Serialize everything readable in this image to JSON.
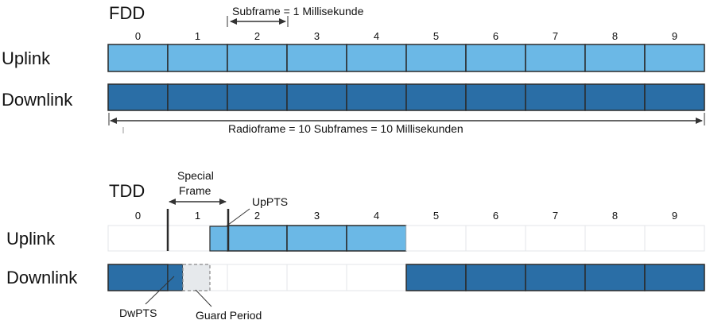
{
  "colors": {
    "uplink": "#6bb8e6",
    "downlink": "#2a6ea6",
    "empty": "#ffffff",
    "guard": "#e6e9ec",
    "border": "#2b2b2b",
    "faint_border": "#e3e6e8"
  },
  "fdd": {
    "title": "FDD",
    "subframe_label": "Subframe = 1 Millisekunde",
    "radioframe_label": "Radioframe = 10 Subframes = 10 Millisekunden",
    "uplink_label": "Uplink",
    "downlink_label": "Downlink",
    "indices": [
      "0",
      "1",
      "2",
      "3",
      "4",
      "5",
      "6",
      "7",
      "8",
      "9"
    ]
  },
  "tdd": {
    "title": "TDD",
    "special_label_1": "Special",
    "special_label_2": "Frame",
    "uppts_label": "UpPTS",
    "dwpts_label": "DwPTS",
    "guard_label": "Guard Period",
    "uplink_label": "Uplink",
    "downlink_label": "Downlink",
    "indices": [
      "0",
      "1",
      "2",
      "3",
      "4",
      "5",
      "6",
      "7",
      "8",
      "9"
    ],
    "uplink_fill": [
      0,
      0,
      1,
      1,
      1,
      0,
      0,
      0,
      0,
      0
    ],
    "downlink_fill": [
      1,
      0,
      0,
      0,
      0,
      1,
      1,
      1,
      1,
      1
    ]
  }
}
